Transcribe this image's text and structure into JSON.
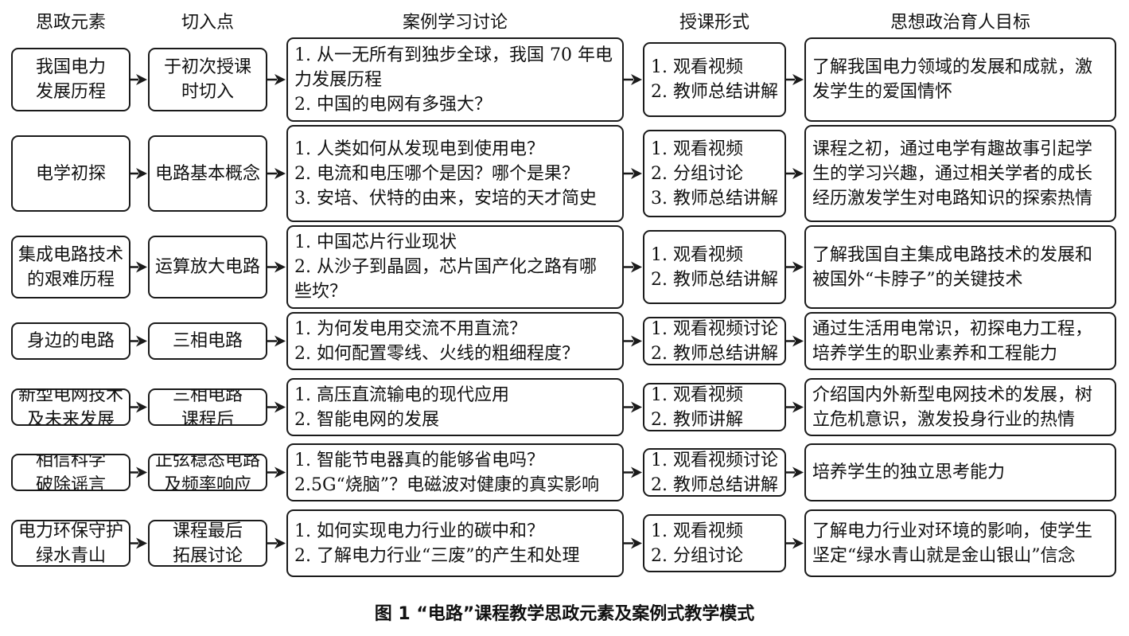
{
  "headers": {
    "element": "思政元素",
    "entry": "切入点",
    "case": "案例学习讨论",
    "form": "授课形式",
    "goal": "思想政治育人目标"
  },
  "rows": [
    {
      "element": [
        "我国电力",
        "发展历程"
      ],
      "entry": [
        "于初次授课",
        "时切入"
      ],
      "case": [
        "1. 从一无所有到独步全球，我国 70 年电",
        "力发展历程",
        "2. 中国的电网有多强大？"
      ],
      "form": [
        "1. 观看视频",
        "2. 教师总结讲解"
      ],
      "goal": [
        "了解我国电力领域的发展和成就，激",
        "发学生的爱国情怀"
      ]
    },
    {
      "element": [
        "电学初探"
      ],
      "entry": [
        "电路基本概念"
      ],
      "case": [
        "1. 人类如何从发现电到使用电？",
        "2. 电流和电压哪个是因？哪个是果？",
        "3. 安培、伏特的由来，安培的天才简史"
      ],
      "form": [
        "1. 观看视频",
        "2. 分组讨论",
        "3. 教师总结讲解"
      ],
      "goal": [
        "课程之初，通过电学有趣故事引起学",
        "生的学习兴趣，通过相关学者的成长",
        "经历激发学生对电路知识的探索热情"
      ]
    },
    {
      "element": [
        "集成电路技术",
        "的艰难历程"
      ],
      "entry": [
        "运算放大电路"
      ],
      "case": [
        "1. 中国芯片行业现状",
        "2. 从沙子到晶圆，芯片国产化之路有哪",
        "些坎？"
      ],
      "form": [
        "1. 观看视频",
        "2. 教师总结讲解"
      ],
      "goal": [
        "了解我国自主集成电路技术的发展和",
        "被国外“卡脖子”的关键技术"
      ]
    },
    {
      "element": [
        "身边的电路"
      ],
      "entry": [
        "三相电路"
      ],
      "case": [
        "1. 为何发电用交流不用直流？",
        "2. 如何配置零线、火线的粗细程度？"
      ],
      "form": [
        "1. 观看视频讨论",
        "2. 教师总结讲解"
      ],
      "goal": [
        "通过生活用电常识，初探电力工程，",
        "培养学生的职业素养和工程能力"
      ]
    },
    {
      "element": [
        "新型电网技术",
        "及未来发展"
      ],
      "entry": [
        "三相电路",
        "课程后"
      ],
      "case": [
        "1. 高压直流输电的现代应用",
        "2. 智能电网的发展"
      ],
      "form": [
        "1. 观看视频",
        "2. 教师讲解"
      ],
      "goal": [
        "介绍国内外新型电网技术的发展，树",
        "立危机意识，激发投身行业的热情"
      ]
    },
    {
      "element": [
        "相信科学",
        "破除谣言"
      ],
      "entry": [
        "正弦稳态电路",
        "及频率响应"
      ],
      "case": [
        "1. 智能节电器真的能够省电吗？",
        "2.5G“烧脑”？电磁波对健康的真实影响"
      ],
      "form": [
        "1. 观看视频讨论",
        "2. 教师总结讲解"
      ],
      "goal": [
        "培养学生的独立思考能力"
      ]
    },
    {
      "element": [
        "电力环保守护",
        "绿水青山"
      ],
      "entry": [
        "课程最后",
        "拓展讨论"
      ],
      "case": [
        "1. 如何实现电力行业的碳中和？",
        "2. 了解电力行业“三废”的产生和处理"
      ],
      "form": [
        "1. 观看视频",
        "2. 分组讨论"
      ],
      "goal": [
        "了解电力行业对环境的影响，使学生",
        "坚定“绿水青山就是金山银山”信念"
      ]
    }
  ],
  "caption": "图 1 “电路”课程教学思政元素及案例式教学模式"
}
